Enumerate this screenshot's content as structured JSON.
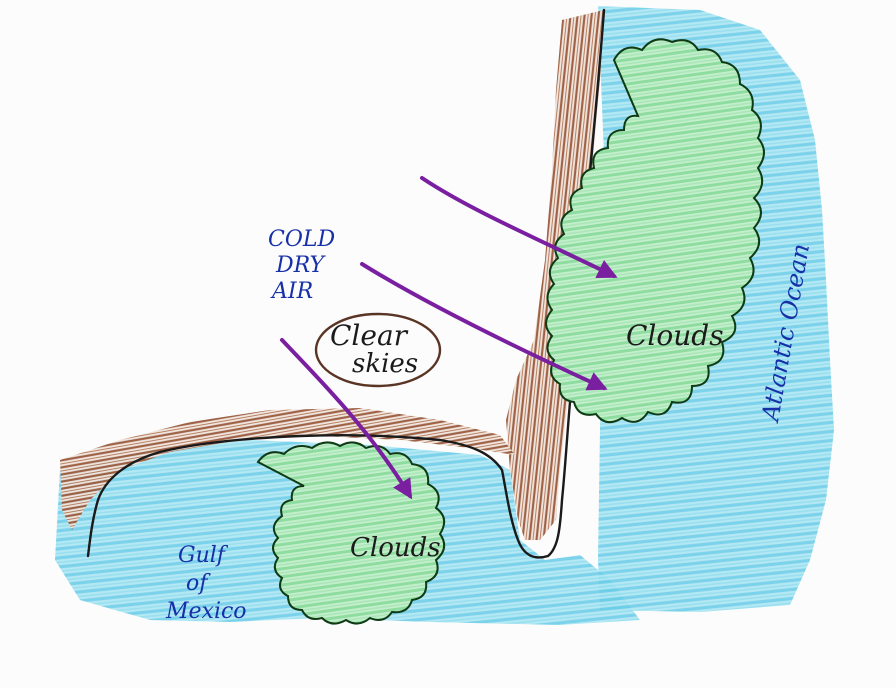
{
  "labels": {
    "cold_air": [
      "COLD",
      "DRY",
      "AIR"
    ],
    "clear_skies": [
      "Clear",
      "skies"
    ],
    "clouds_east": "Clouds",
    "clouds_gulf": "Clouds",
    "atlantic_ocean": "Atlantic Ocean",
    "gulf_of_mexico": [
      "Gulf",
      "of",
      "Mexico"
    ]
  },
  "colors": {
    "water": "#7fd7ee",
    "land": "#9a5a3c",
    "clouds_fill": "#a8e6b4",
    "coastline": "#1a1a1a",
    "cloud_outline": "#0e3a14",
    "arrow": "#7a1fa0",
    "blue_text": "#1730a8",
    "dark_text": "#1b1b1b",
    "clear_skies_circle": "#5a3424"
  }
}
